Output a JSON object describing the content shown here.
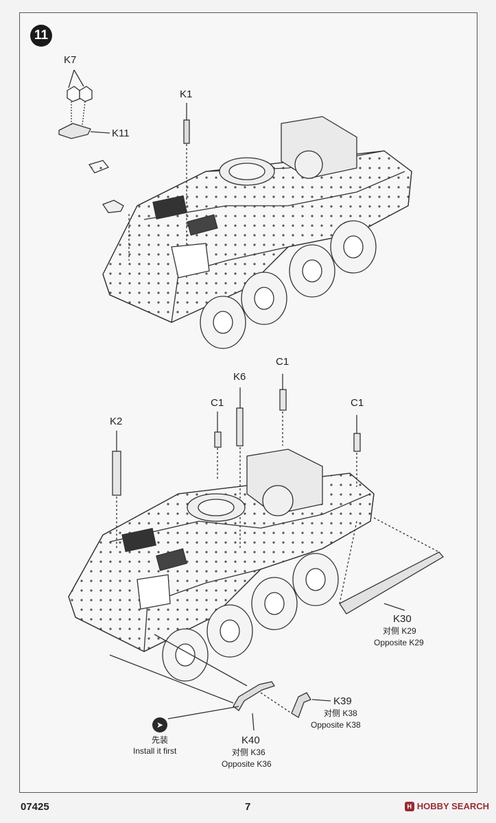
{
  "step": {
    "number": "11"
  },
  "top_view": {
    "labels": {
      "k7": "K7",
      "k1": "K1",
      "k11": "K11"
    }
  },
  "bottom_view": {
    "labels": {
      "c1_a": "C1",
      "c1_b": "C1",
      "c1_c": "C1",
      "k6": "K6",
      "k2": "K2",
      "k30": "K30",
      "k30_cn": "对侧 K29",
      "k30_en": "Opposite K29",
      "k39": "K39",
      "k39_cn": "对侧 K38",
      "k39_en": "Opposite K38",
      "k40": "K40",
      "k40_cn": "对侧 K36",
      "k40_en": "Opposite K36"
    },
    "note": {
      "cn": "先装",
      "en": "Install it first"
    },
    "icons": {
      "first_icon": "install-first-icon"
    }
  },
  "footer": {
    "code": "07425",
    "page": "7"
  },
  "watermark": {
    "brand": "HOBBY SEARCH",
    "mark": "H"
  }
}
